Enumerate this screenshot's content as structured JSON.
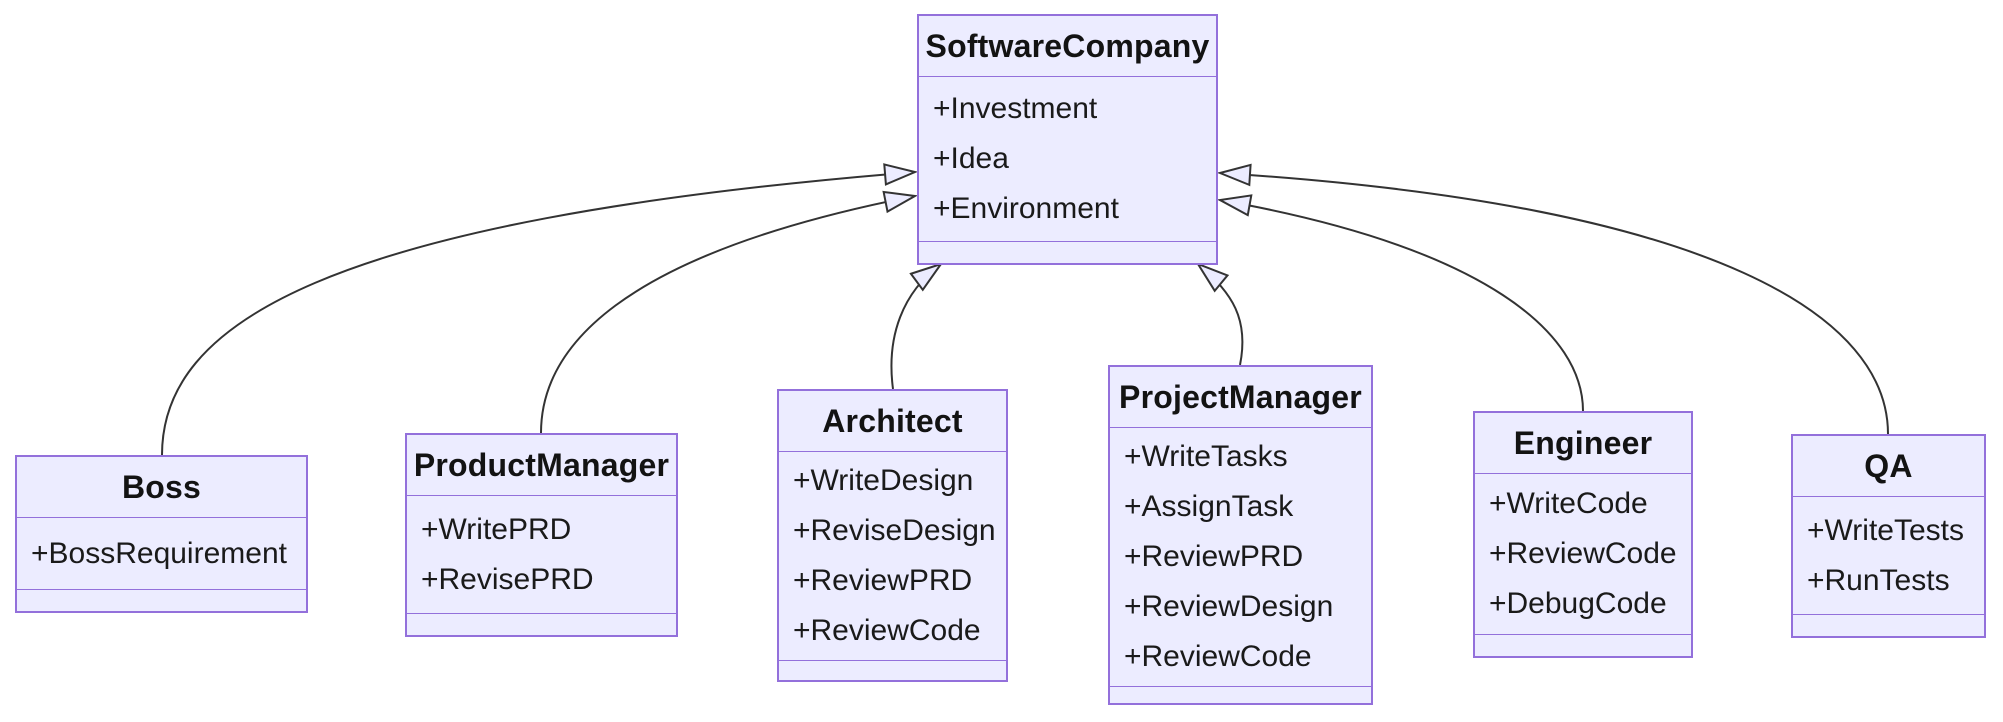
{
  "diagram": {
    "type": "uml-class-diagram",
    "classes": [
      {
        "name": "SoftwareCompany",
        "attributes": [
          "+Investment",
          "+Idea",
          "+Environment"
        ],
        "methods": []
      },
      {
        "name": "Boss",
        "attributes": [
          "+BossRequirement"
        ],
        "methods": []
      },
      {
        "name": "ProductManager",
        "attributes": [
          "+WritePRD",
          "+RevisePRD"
        ],
        "methods": []
      },
      {
        "name": "Architect",
        "attributes": [
          "+WriteDesign",
          "+ReviseDesign",
          "+ReviewPRD",
          "+ReviewCode"
        ],
        "methods": []
      },
      {
        "name": "ProjectManager",
        "attributes": [
          "+WriteTasks",
          "+AssignTask",
          "+ReviewPRD",
          "+ReviewDesign",
          "+ReviewCode"
        ],
        "methods": []
      },
      {
        "name": "Engineer",
        "attributes": [
          "+WriteCode",
          "+ReviewCode",
          "+DebugCode"
        ],
        "methods": []
      },
      {
        "name": "QA",
        "attributes": [
          "+WriteTests",
          "+RunTests"
        ],
        "methods": []
      }
    ],
    "relationships": [
      {
        "from": "Boss",
        "to": "SoftwareCompany",
        "type": "inheritance"
      },
      {
        "from": "ProductManager",
        "to": "SoftwareCompany",
        "type": "inheritance"
      },
      {
        "from": "Architect",
        "to": "SoftwareCompany",
        "type": "inheritance"
      },
      {
        "from": "ProjectManager",
        "to": "SoftwareCompany",
        "type": "inheritance"
      },
      {
        "from": "Engineer",
        "to": "SoftwareCompany",
        "type": "inheritance"
      },
      {
        "from": "QA",
        "to": "SoftwareCompany",
        "type": "inheritance"
      }
    ],
    "colors": {
      "node_fill": "#ECECFF",
      "node_border": "#9370DB",
      "edge": "#333333",
      "text": "#1a1a1a",
      "background": "#ffffff"
    }
  }
}
